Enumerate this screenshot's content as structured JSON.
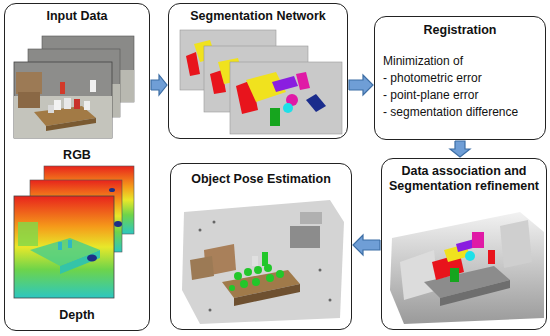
{
  "diagram": {
    "nodes": [
      {
        "text": [
          "Input Data",
          "RGB",
          "Depth"
        ]
      },
      {
        "text": [
          "Segmentation Network"
        ]
      },
      {
        "text": [
          "Registration",
          "Minimization of",
          "- photometric error",
          "- point-plane error",
          "- segmentation difference"
        ]
      },
      {
        "text": [
          "Object Pose Estimation"
        ]
      },
      {
        "text": [
          "Data association and Segmentation refinement"
        ]
      }
    ],
    "edges": [
      {
        "from": 0,
        "to": 1,
        "arrow": "to"
      },
      {
        "from": 1,
        "to": 2,
        "arrow": "to"
      },
      {
        "from": 2,
        "to": 4,
        "arrow": "to"
      },
      {
        "from": 4,
        "to": 3,
        "arrow": "to"
      }
    ]
  }
}
